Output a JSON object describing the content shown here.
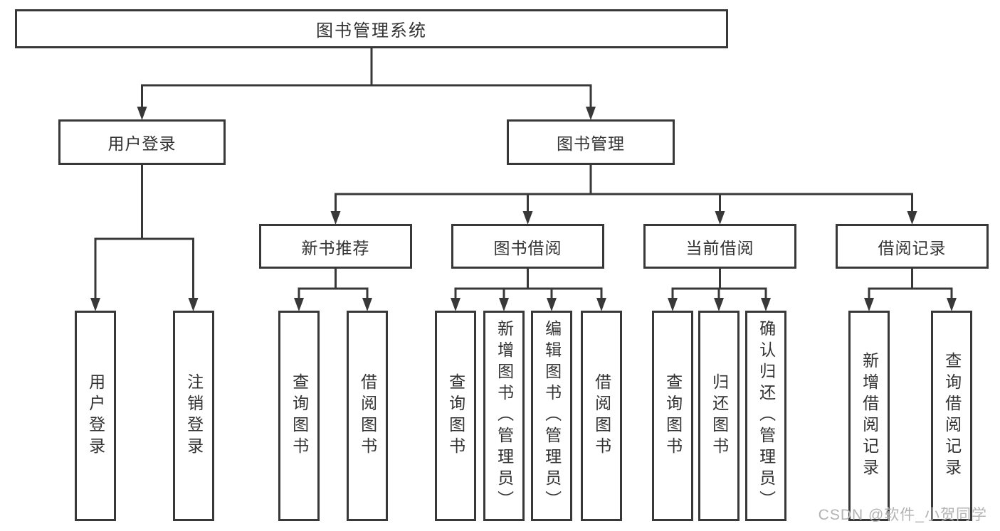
{
  "tree": {
    "label": "图书管理系统",
    "children": [
      {
        "label": "用户登录",
        "children": [
          {
            "label": "用户登录"
          },
          {
            "label": "注销登录"
          }
        ]
      },
      {
        "label": "图书管理",
        "children": [
          {
            "label": "新书推荐",
            "children": [
              {
                "label": "查询图书"
              },
              {
                "label": "借阅图书"
              }
            ]
          },
          {
            "label": "图书借阅",
            "children": [
              {
                "label": "查询图书"
              },
              {
                "label": "新增图书（管理员）"
              },
              {
                "label": "编辑图书（管理员）"
              },
              {
                "label": "借阅图书"
              }
            ]
          },
          {
            "label": "当前借阅",
            "children": [
              {
                "label": "查询图书"
              },
              {
                "label": "归还图书"
              },
              {
                "label": "确认归还（管理员）"
              }
            ]
          },
          {
            "label": "借阅记录",
            "children": [
              {
                "label": "新增借阅记录"
              },
              {
                "label": "查询借阅记录"
              }
            ]
          }
        ]
      }
    ]
  },
  "watermark": {
    "text": "CSDN @软件_小贺同学"
  },
  "colors": {
    "line": "#383838",
    "box_border": "#383838",
    "text": "#333333",
    "watermark": "#b3b3b3",
    "background": "#ffffff"
  }
}
